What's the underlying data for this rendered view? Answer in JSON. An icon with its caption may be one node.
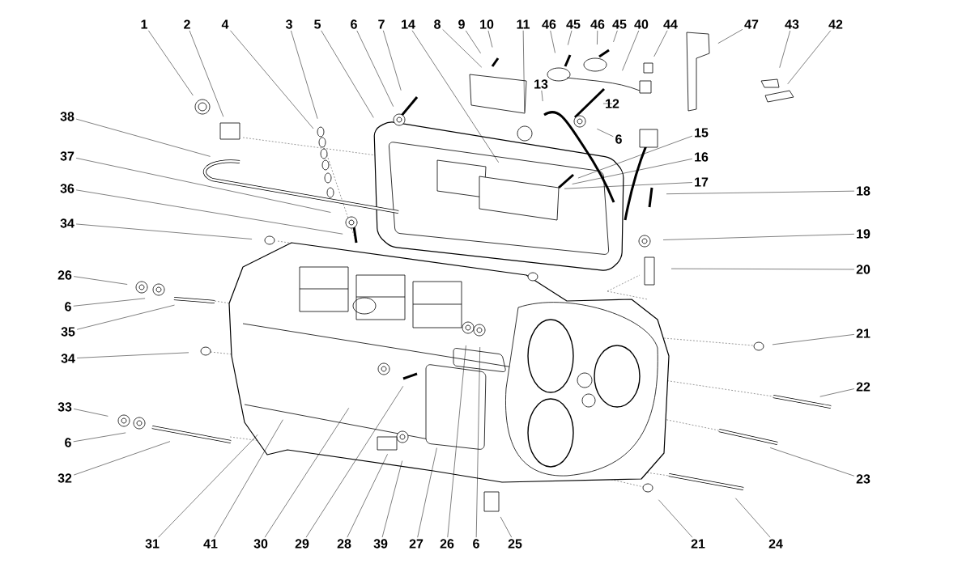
{
  "diagram": {
    "nodes": [
      {
        "text": [
          "1"
        ]
      },
      {
        "text": [
          "2"
        ]
      },
      {
        "text": [
          "4"
        ]
      },
      {
        "text": [
          "3"
        ]
      },
      {
        "text": [
          "5"
        ]
      },
      {
        "text": [
          "6"
        ]
      },
      {
        "text": [
          "7"
        ]
      },
      {
        "text": [
          "14"
        ]
      },
      {
        "text": [
          "8"
        ]
      },
      {
        "text": [
          "9"
        ]
      },
      {
        "text": [
          "10"
        ]
      },
      {
        "text": [
          "11"
        ]
      },
      {
        "text": [
          "46"
        ]
      },
      {
        "text": [
          "45"
        ]
      },
      {
        "text": [
          "46"
        ]
      },
      {
        "text": [
          "45"
        ]
      },
      {
        "text": [
          "40"
        ]
      },
      {
        "text": [
          "44"
        ]
      },
      {
        "text": [
          "47"
        ]
      },
      {
        "text": [
          "43"
        ]
      },
      {
        "text": [
          "42"
        ]
      },
      {
        "text": [
          "13"
        ]
      },
      {
        "text": [
          "12"
        ]
      },
      {
        "text": [
          "6"
        ]
      },
      {
        "text": [
          "15"
        ]
      },
      {
        "text": [
          "16"
        ]
      },
      {
        "text": [
          "17"
        ]
      },
      {
        "text": [
          "18"
        ]
      },
      {
        "text": [
          "19"
        ]
      },
      {
        "text": [
          "20"
        ]
      },
      {
        "text": [
          "38"
        ]
      },
      {
        "text": [
          "37"
        ]
      },
      {
        "text": [
          "36"
        ]
      },
      {
        "text": [
          "34"
        ]
      },
      {
        "text": [
          "26"
        ]
      },
      {
        "text": [
          "6"
        ]
      },
      {
        "text": [
          "35"
        ]
      },
      {
        "text": [
          "34"
        ]
      },
      {
        "text": [
          "33"
        ]
      },
      {
        "text": [
          "6"
        ]
      },
      {
        "text": [
          "32"
        ]
      },
      {
        "text": [
          "21"
        ]
      },
      {
        "text": [
          "22"
        ]
      },
      {
        "text": [
          "23"
        ]
      },
      {
        "text": [
          "31"
        ]
      },
      {
        "text": [
          "41"
        ]
      },
      {
        "text": [
          "30"
        ]
      },
      {
        "text": [
          "29"
        ]
      },
      {
        "text": [
          "28"
        ]
      },
      {
        "text": [
          "39"
        ]
      },
      {
        "text": [
          "27"
        ]
      },
      {
        "text": [
          "26"
        ]
      },
      {
        "text": [
          "6"
        ]
      },
      {
        "text": [
          "25"
        ]
      },
      {
        "text": [
          "21"
        ]
      },
      {
        "text": [
          "24"
        ]
      }
    ],
    "edges": [
      {
        "from": 0,
        "to": null,
        "arrow": "none"
      },
      {
        "from": 1,
        "to": null,
        "arrow": "none"
      },
      {
        "from": 2,
        "to": null,
        "arrow": "none"
      },
      {
        "from": 3,
        "to": null,
        "arrow": "none"
      },
      {
        "from": 4,
        "to": null,
        "arrow": "none"
      },
      {
        "from": 5,
        "to": null,
        "arrow": "none"
      },
      {
        "from": 6,
        "to": null,
        "arrow": "none"
      },
      {
        "from": 7,
        "to": null,
        "arrow": "none"
      },
      {
        "from": 8,
        "to": null,
        "arrow": "none"
      },
      {
        "from": 9,
        "to": null,
        "arrow": "none"
      },
      {
        "from": 10,
        "to": null,
        "arrow": "none"
      },
      {
        "from": 11,
        "to": null,
        "arrow": "none"
      },
      {
        "from": 12,
        "to": null,
        "arrow": "none"
      },
      {
        "from": 13,
        "to": null,
        "arrow": "none"
      },
      {
        "from": 14,
        "to": null,
        "arrow": "none"
      },
      {
        "from": 15,
        "to": null,
        "arrow": "none"
      },
      {
        "from": 16,
        "to": null,
        "arrow": "none"
      },
      {
        "from": 17,
        "to": null,
        "arrow": "none"
      },
      {
        "from": 18,
        "to": null,
        "arrow": "none"
      },
      {
        "from": 19,
        "to": null,
        "arrow": "none"
      },
      {
        "from": 20,
        "to": null,
        "arrow": "none"
      },
      {
        "from": 21,
        "to": null,
        "arrow": "none"
      },
      {
        "from": 22,
        "to": null,
        "arrow": "none"
      },
      {
        "from": 23,
        "to": null,
        "arrow": "none"
      },
      {
        "from": 24,
        "to": null,
        "arrow": "none"
      },
      {
        "from": 25,
        "to": null,
        "arrow": "none"
      },
      {
        "from": 26,
        "to": null,
        "arrow": "none"
      },
      {
        "from": 27,
        "to": null,
        "arrow": "none"
      },
      {
        "from": 28,
        "to": null,
        "arrow": "none"
      },
      {
        "from": 29,
        "to": null,
        "arrow": "none"
      },
      {
        "from": 30,
        "to": null,
        "arrow": "none"
      },
      {
        "from": 31,
        "to": null,
        "arrow": "none"
      },
      {
        "from": 32,
        "to": null,
        "arrow": "none"
      },
      {
        "from": 33,
        "to": null,
        "arrow": "none"
      },
      {
        "from": 34,
        "to": null,
        "arrow": "none"
      },
      {
        "from": 35,
        "to": null,
        "arrow": "none"
      },
      {
        "from": 36,
        "to": null,
        "arrow": "none"
      },
      {
        "from": 37,
        "to": null,
        "arrow": "none"
      },
      {
        "from": 38,
        "to": null,
        "arrow": "none"
      },
      {
        "from": 39,
        "to": null,
        "arrow": "none"
      },
      {
        "from": 40,
        "to": null,
        "arrow": "none"
      },
      {
        "from": 41,
        "to": null,
        "arrow": "none"
      },
      {
        "from": 42,
        "to": null,
        "arrow": "none"
      },
      {
        "from": 43,
        "to": null,
        "arrow": "none"
      },
      {
        "from": 44,
        "to": null,
        "arrow": "none"
      },
      {
        "from": 45,
        "to": null,
        "arrow": "none"
      },
      {
        "from": 46,
        "to": null,
        "arrow": "none"
      },
      {
        "from": 47,
        "to": null,
        "arrow": "none"
      },
      {
        "from": 48,
        "to": null,
        "arrow": "none"
      },
      {
        "from": 49,
        "to": null,
        "arrow": "none"
      },
      {
        "from": 50,
        "to": null,
        "arrow": "none"
      },
      {
        "from": 51,
        "to": null,
        "arrow": "none"
      },
      {
        "from": 52,
        "to": null,
        "arrow": "none"
      },
      {
        "from": 53,
        "to": null,
        "arrow": "none"
      },
      {
        "from": 54,
        "to": null,
        "arrow": "none"
      },
      {
        "from": 55,
        "to": null,
        "arrow": "none"
      }
    ]
  }
}
